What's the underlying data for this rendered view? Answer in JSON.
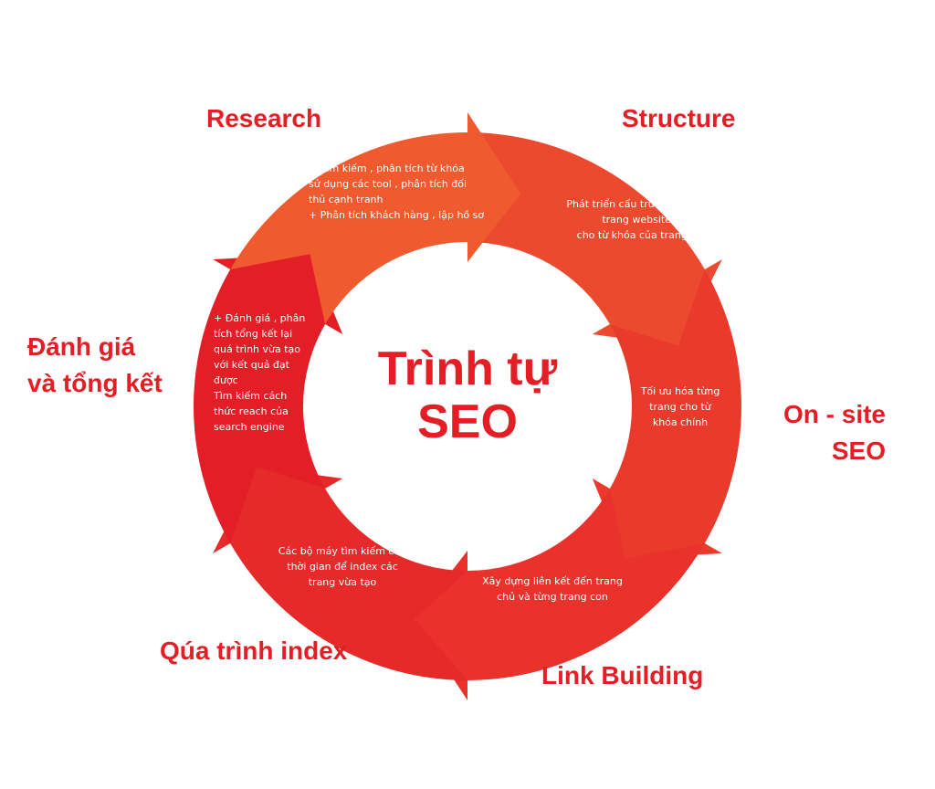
{
  "center_title": "Trình tự\nSEO",
  "steps": [
    {
      "label": "Research",
      "description": "+ Tìm kiếm , phân tích từ khóa\nsử dụng các tool , phân tích đối\nthủ cạnh tranh\n+ Phân tích khách hàng , lập hồ sơ",
      "color": "#ef5a2f"
    },
    {
      "label": "Structure",
      "description": "Phát triển cấu trúc cho mỗi\ntrang website tối ưu\ncho từ khóa của trang đó",
      "color": "#ec4a2e"
    },
    {
      "label": "On - site\nSEO",
      "description": "Tối ưu hóa từng\ntrang cho từ\nkhóa chính",
      "color": "#e93a2b"
    },
    {
      "label": "Link Building",
      "description": "Xây dựng liên kết đến trang\nchủ và từng trang con",
      "color": "#e8322b"
    },
    {
      "label": "Qúa trình index",
      "description": "Các bộ máy tìm kiếm cần\nthời gian để index các\ntrang vừa tạo",
      "color": "#e52a29"
    },
    {
      "label": "Đánh giá\nvà tổng kết",
      "description": "+ Đánh giá , phân\ntích tổng kết lại\nquá trình vừa tạo\nvới kết quả đạt\nđược\nTìm kiếm cách\nthức reach của\nsearch engine",
      "color": "#e31e26"
    }
  ],
  "colors": {
    "label_red": "#e41e25",
    "text_white": "#ffffff",
    "background": "#ffffff"
  }
}
